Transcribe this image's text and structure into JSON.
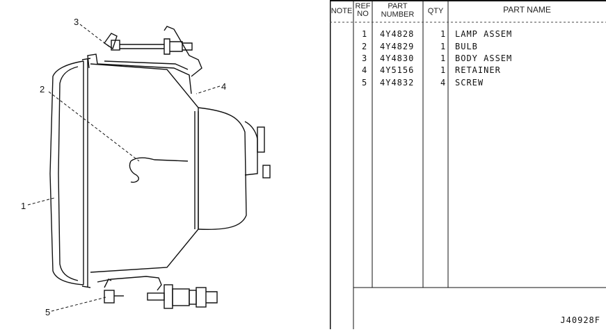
{
  "diagram": {
    "callouts": [
      "1",
      "2",
      "3",
      "4",
      "5"
    ]
  },
  "table": {
    "headers": {
      "note": "NOTE",
      "ref_top": "REF",
      "ref_bottom": "NO",
      "part_top": "PART",
      "part_bottom": "NUMBER",
      "qty": "QTY",
      "name": "PART NAME"
    },
    "rows": [
      {
        "ref": "1",
        "part": "4Y4828",
        "qty": "1",
        "name": "LAMP ASSEM"
      },
      {
        "ref": "2",
        "part": "4Y4829",
        "qty": "1",
        "name": "BULB"
      },
      {
        "ref": "3",
        "part": "4Y4830",
        "qty": "1",
        "name": "BODY ASSEM"
      },
      {
        "ref": "4",
        "part": "4Y5156",
        "qty": "1",
        "name": "RETAINER"
      },
      {
        "ref": "5",
        "part": "4Y4832",
        "qty": "4",
        "name": "SCREW"
      }
    ]
  },
  "drawing_code": "J40928F"
}
